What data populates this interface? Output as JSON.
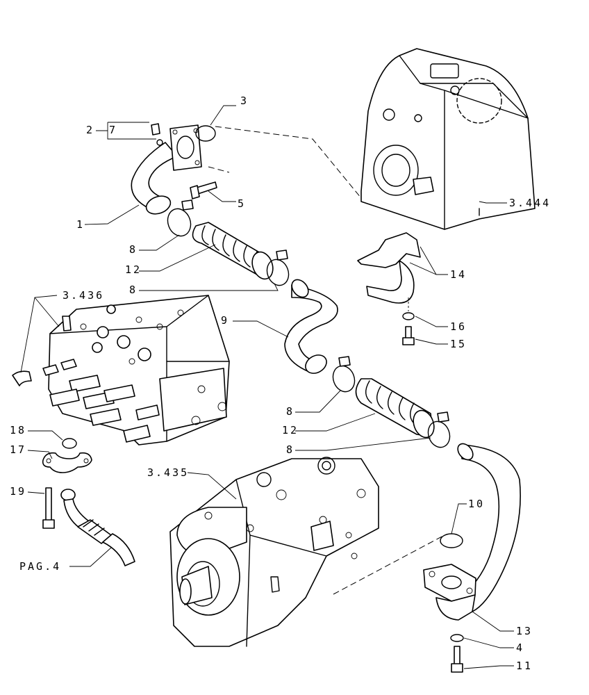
{
  "callouts": [
    {
      "id": "c1",
      "text": "1"
    },
    {
      "id": "c2",
      "text": "2"
    },
    {
      "id": "c7",
      "text": "7"
    },
    {
      "id": "c3",
      "text": "3"
    },
    {
      "id": "c5",
      "text": "5"
    },
    {
      "id": "c3444",
      "text": "3.444"
    },
    {
      "id": "c8a",
      "text": "8"
    },
    {
      "id": "c12a",
      "text": "12"
    },
    {
      "id": "c8b",
      "text": "8"
    },
    {
      "id": "c14",
      "text": "14"
    },
    {
      "id": "c3436",
      "text": "3.436"
    },
    {
      "id": "c9",
      "text": "9"
    },
    {
      "id": "c16",
      "text": "16"
    },
    {
      "id": "c15",
      "text": "15"
    },
    {
      "id": "c8c",
      "text": "8"
    },
    {
      "id": "c12b",
      "text": "12"
    },
    {
      "id": "c8d",
      "text": "8"
    },
    {
      "id": "c18",
      "text": "18"
    },
    {
      "id": "c17",
      "text": "17"
    },
    {
      "id": "c3435",
      "text": "3.435"
    },
    {
      "id": "c10",
      "text": "10"
    },
    {
      "id": "c19",
      "text": "19"
    },
    {
      "id": "cpag",
      "text": "PAG.4"
    },
    {
      "id": "c13",
      "text": "13"
    },
    {
      "id": "c4",
      "text": "4"
    },
    {
      "id": "c11",
      "text": "11"
    }
  ]
}
